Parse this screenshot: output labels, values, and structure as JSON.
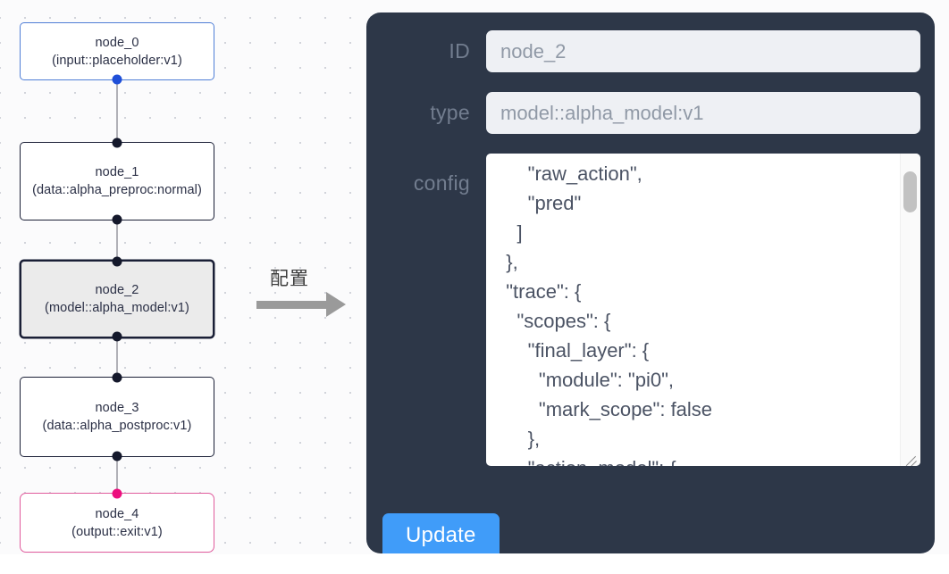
{
  "canvas": {
    "background_color": "#fbfbfc",
    "grid_dot_color": "#c9ccd4",
    "nodes": [
      {
        "id": "node_0",
        "title": "node_0",
        "subtitle": "(input::placeholder:v1)",
        "role": "input",
        "border_color": "#4f7ed6",
        "selected": false,
        "handles": [
          "source-bottom-blue"
        ]
      },
      {
        "id": "node_1",
        "title": "node_1",
        "subtitle": "(data::alpha_preproc:normal)",
        "role": "data",
        "border_color": "#1a1f36",
        "selected": false,
        "handles": [
          "target-top-dark",
          "source-bottom-dark"
        ]
      },
      {
        "id": "node_2",
        "title": "node_2",
        "subtitle": "(model::alpha_model:v1)",
        "role": "model",
        "border_color": "#1a1f36",
        "selected": true,
        "handles": [
          "target-top-dark",
          "source-bottom-dark"
        ]
      },
      {
        "id": "node_3",
        "title": "node_3",
        "subtitle": "(data::alpha_postproc:v1)",
        "role": "data",
        "border_color": "#1a1f36",
        "selected": false,
        "handles": [
          "target-top-dark",
          "source-bottom-dark"
        ]
      },
      {
        "id": "node_4",
        "title": "node_4",
        "subtitle": "(output::exit:v1)",
        "role": "output",
        "border_color": "#e05b9c",
        "selected": false,
        "handles": [
          "target-top-pink"
        ]
      }
    ],
    "edges": [
      {
        "from": "node_0",
        "to": "node_1"
      },
      {
        "from": "node_1",
        "to": "node_2"
      },
      {
        "from": "node_2",
        "to": "node_3"
      },
      {
        "from": "node_3",
        "to": "node_4"
      }
    ]
  },
  "annotation": {
    "arrow_label": "配置",
    "arrow_color": "#9a9a9a"
  },
  "panel": {
    "background_color": "#2d3748",
    "accent_color": "#409cf9",
    "fields": {
      "id": {
        "label": "ID",
        "value": "node_2"
      },
      "type": {
        "label": "type",
        "value": "model::alpha_model:v1"
      },
      "config": {
        "label": "config",
        "value": "      \"raw_action\",\n      \"pred\"\n    ]\n  },\n  \"trace\": {\n    \"scopes\": {\n      \"final_layer\": {\n        \"module\": \"pi0\",\n        \"mark_scope\": false\n      },\n      \"action_model\": {"
      }
    },
    "update_label": "Update",
    "scrollbar": {
      "name": "config-scrollbar",
      "thumb_position": "near-top"
    },
    "resize_grip": "resize-grip-icon"
  }
}
